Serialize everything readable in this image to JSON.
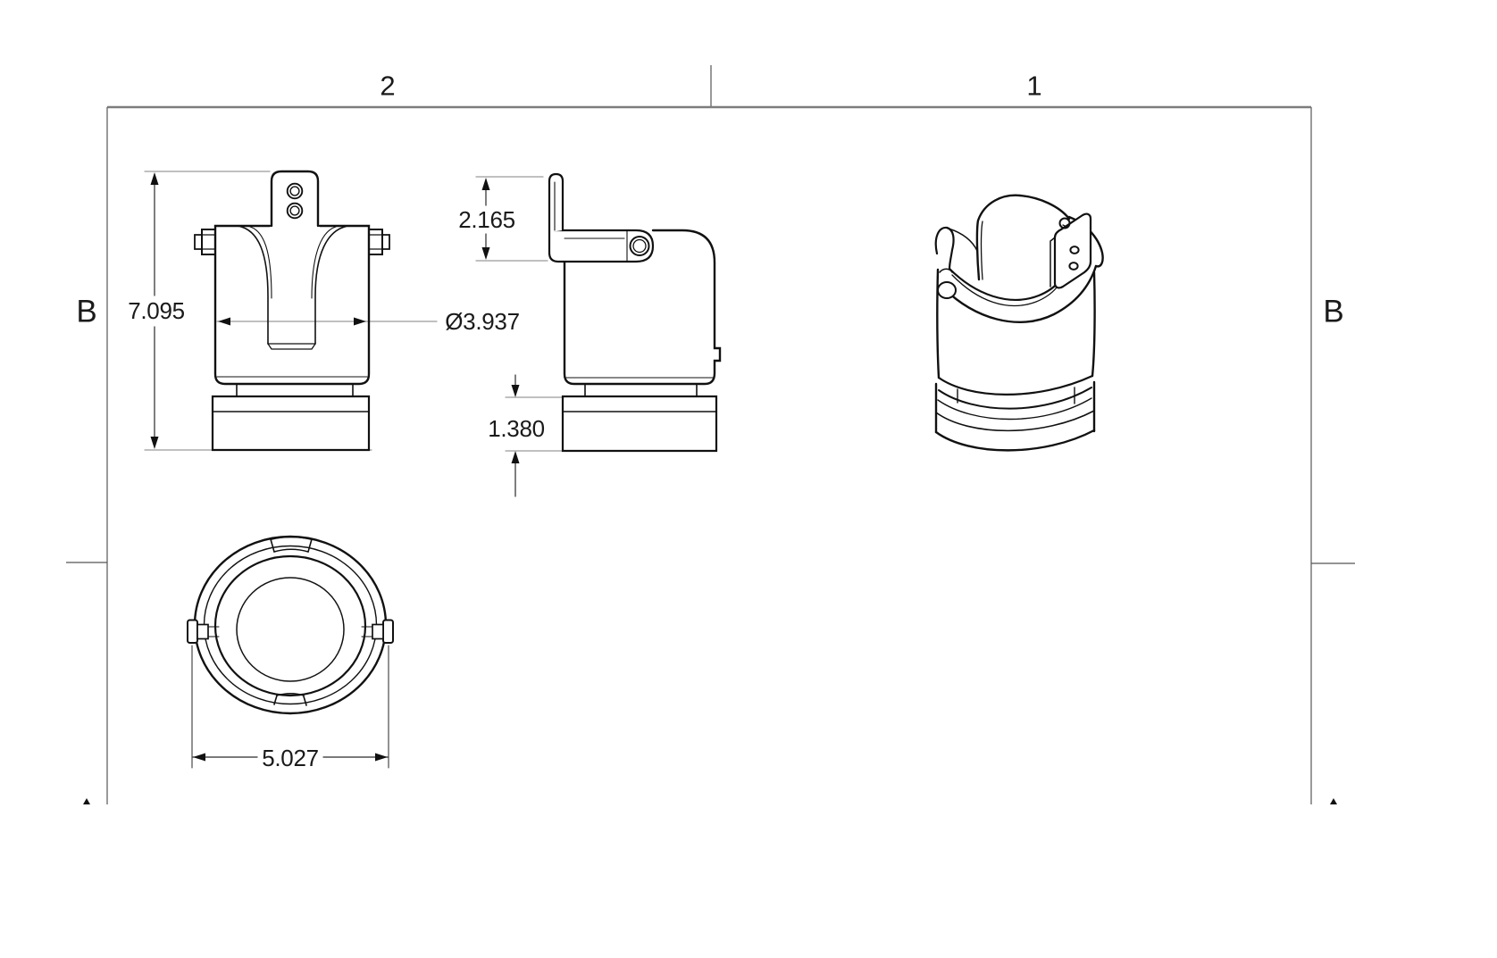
{
  "sheet": {
    "border_color": "#7d7d7d",
    "line_color": "#111111",
    "extension_line_color": "#9b9b9b",
    "zone_columns": [
      {
        "label": "2"
      },
      {
        "label": "1"
      }
    ],
    "zone_rows_left": [
      {
        "label": "B"
      }
    ],
    "zone_rows_right": [
      {
        "label": "B"
      }
    ]
  },
  "views": {
    "front": {
      "dims": {
        "overall_height": "7.095",
        "outer_diameter": "Ø3.937"
      }
    },
    "side": {
      "dims": {
        "bracket_height": "2.165",
        "base_height": "1.380"
      }
    },
    "bottom": {
      "dims": {
        "overall_width": "5.027"
      }
    }
  }
}
